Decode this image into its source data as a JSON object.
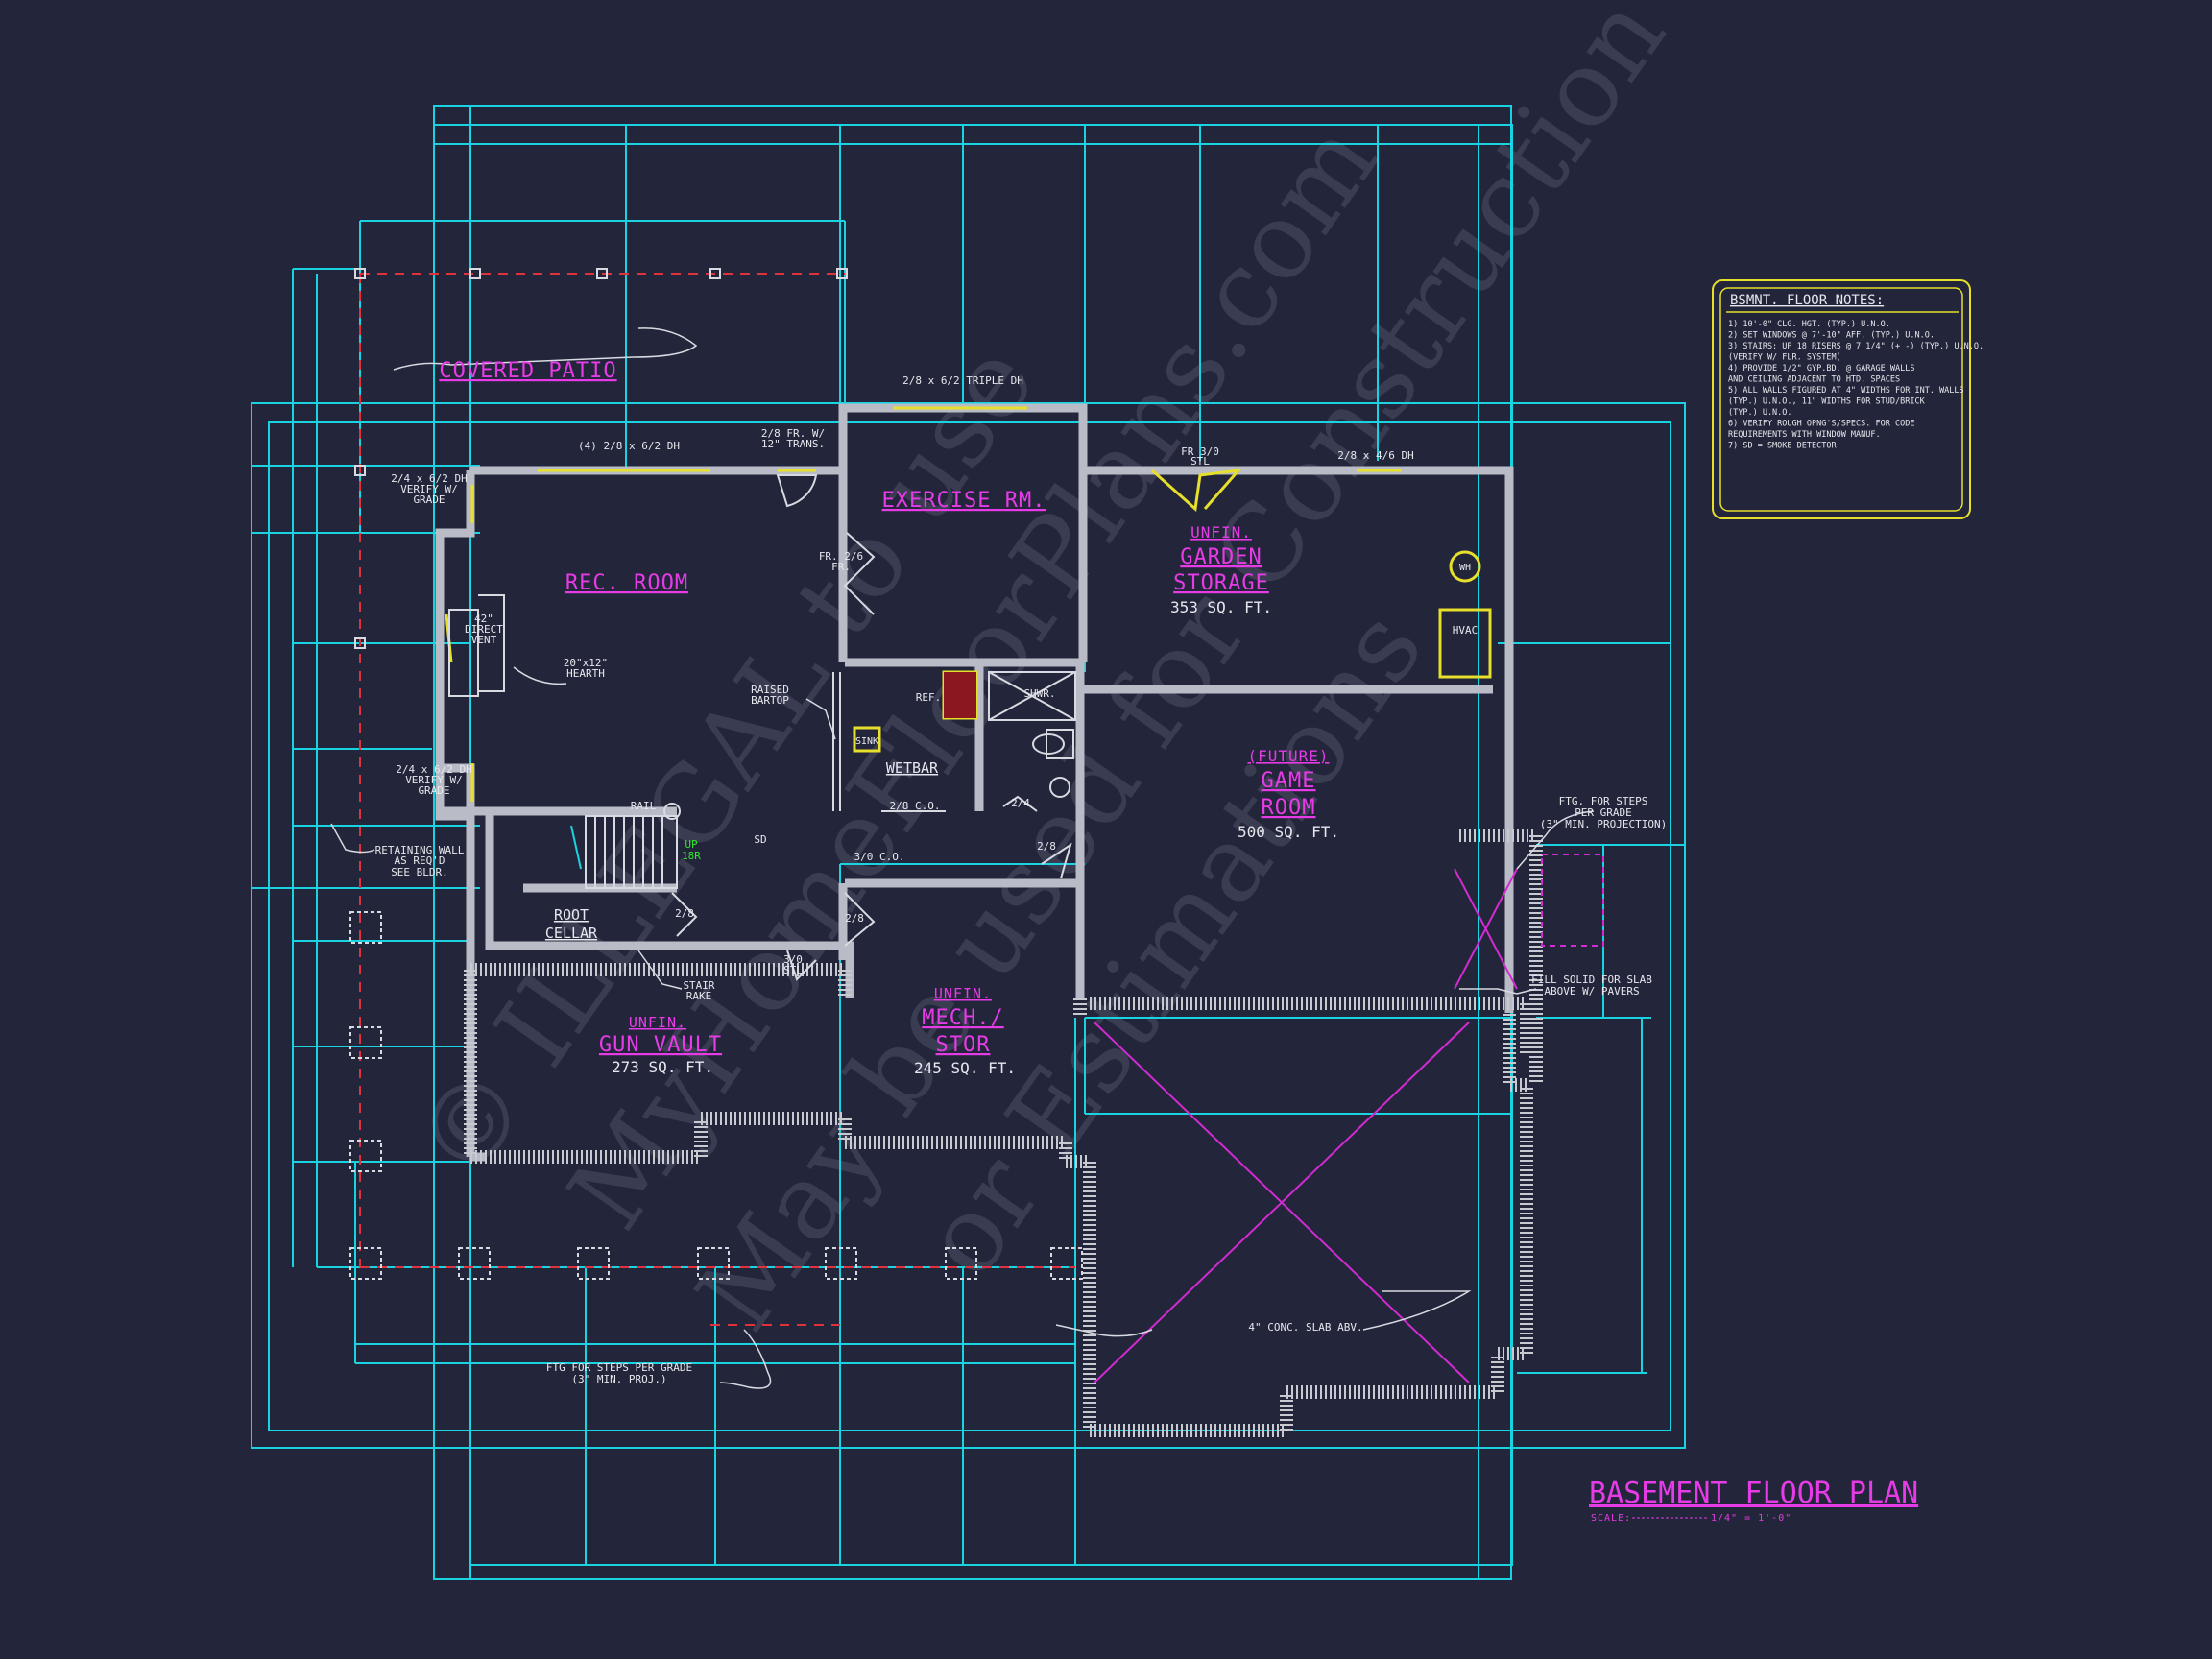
{
  "watermark": {
    "line1": "© ILLEGAL to use",
    "line2": "MyHomeFloorPlans.com",
    "line3": "May be used for Construction",
    "line4": "or Estimations"
  },
  "rooms": {
    "covered_patio": "COVERED PATIO",
    "rec_room": "REC. ROOM",
    "exercise_rm": "EXERCISE RM.",
    "garden_unfin": "UNFIN.",
    "garden_storage_1": "GARDEN",
    "garden_storage_2": "STORAGE",
    "garden_area": "353 SQ. FT.",
    "game_future": "(FUTURE)",
    "game_1": "GAME",
    "game_2": "ROOM",
    "game_area": "500 SQ. FT.",
    "wetbar": "WETBAR",
    "root_cellar_1": "ROOT",
    "root_cellar_2": "CELLAR",
    "gun_unfin": "UNFIN.",
    "gun_vault": "GUN VAULT",
    "gun_area": "273 SQ. FT.",
    "mech_unfin": "UNFIN.",
    "mech_1": "MECH./",
    "mech_2": "STOR",
    "mech_area": "245 SQ. FT."
  },
  "labels": {
    "triple_dh": "2/8 x 6/2 TRIPLE DH",
    "dh4": "(4) 2/8 x 6/2 DH",
    "fr_trans_1": "2/8 FR. W/",
    "fr_trans_2": "12\" TRANS.",
    "fr310": "FR 3/0",
    "stl": "STL",
    "dh46": "2/8 x 4/6 DH",
    "dh24_a1": "2/4 x 6/2 DH",
    "dh24_a2": "VERIFY W/",
    "dh24_a3": "GRADE",
    "dh24_b1": "2/4 x 6/2 DH",
    "dh24_b2": "VERIFY W/",
    "dh24_b3": "GRADE",
    "fr26_1": "FR. 2/6",
    "fr26_2": "FR.",
    "direct_vent_1": "42\"",
    "direct_vent_2": "DIRECT",
    "direct_vent_3": "VENT",
    "hearth_1": "20\"x12\"",
    "hearth_2": "HEARTH",
    "raised_bartop_1": "RAISED",
    "raised_bartop_2": "BARTOP",
    "ref": "REF.",
    "shwr": "SHWR.",
    "sink": "SINK",
    "co28": "2/8 C.O.",
    "d24": "2/4",
    "d28a": "2/8",
    "co30": "3/0 C.O.",
    "rail": "RAIL",
    "up": "UP",
    "up_count": "18R",
    "sd": "SD",
    "d28b": "2/8",
    "d28c": "2/8",
    "stl30_1": "3/0",
    "stl30_2": "STL",
    "stair_rake_1": "STAIR",
    "stair_rake_2": "RAKE",
    "retaining_1": "RETAINING WALL",
    "retaining_2": "AS REQ'D",
    "retaining_3": "SEE BLDR.",
    "wh": "WH",
    "hvac": "HVAC",
    "ftg_steps_r_1": "FTG. FOR STEPS",
    "ftg_steps_r_2": "PER GRADE",
    "ftg_steps_r_3": "(3\" MIN. PROJECTION)",
    "fill_solid_1": "FILL SOLID FOR SLAB",
    "fill_solid_2": "ABOVE W/ PAVERS",
    "conc_slab": "4\" CONC. SLAB ABV.",
    "ftg_steps_b_1": "FTG FOR STEPS PER GRADE",
    "ftg_steps_b_2": "(3\" MIN. PROJ.)"
  },
  "notes": {
    "title": "BSMNT. FLOOR NOTES:",
    "items": [
      "1) 10'-0\" CLG. HGT. (TYP.) U.N.O.",
      "2) SET WINDOWS @ 7'-10\" AFF. (TYP.) U.N.O.",
      "3) STAIRS: UP 18 RISERS @ 7 1/4\" (+ -) (TYP.) U.N.O.",
      "   (VERIFY W/ FLR. SYSTEM)",
      "4) PROVIDE 1/2\" GYP.BD. @ GARAGE WALLS",
      "   AND CEILING ADJACENT TO HTD. SPACES",
      "5) ALL WALLS FIGURED AT 4\" WIDTHS FOR INT. WALLS",
      "   (TYP.) U.N.O., 11\" WIDTHS FOR STUD/BRICK",
      "   (TYP.) U.N.O.",
      "6) VERIFY ROUGH OPNG'S/SPECS. FOR CODE",
      "   REQUIREMENTS WITH WINDOW MANUF.",
      "7) SD = SMOKE DETECTOR"
    ]
  },
  "title_block": {
    "title": "BASEMENT FLOOR PLAN",
    "scale_label": "SCALE:",
    "scale_value": "1/4\" = 1'-0\""
  },
  "colors": {
    "background": "#23263a",
    "grid_lines": "#19d4e0",
    "room_labels": "#e63be6",
    "walls": "#b9bcc6",
    "notes_border": "#e6df2b"
  }
}
